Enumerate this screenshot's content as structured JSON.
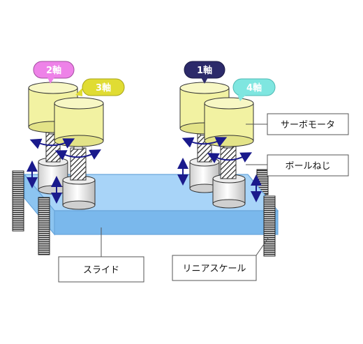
{
  "labels": {
    "axis2": "2軸",
    "axis3": "3軸",
    "axis1": "1軸",
    "axis4": "4軸",
    "servo_motor": "サーボモータ",
    "ball_screw": "ボールねじ",
    "slide": "スライド",
    "linear_scale": "リニアスケール"
  },
  "colors": {
    "axis2_badge": "#ee82e8",
    "axis3_badge": "#e0dc33",
    "axis1_badge": "#2c2a6a",
    "axis4_badge": "#7fe6e0",
    "motor_body": "#f2f2a2",
    "slide_top": "#a8d4f8",
    "slide_front": "#7ab8ec",
    "arrow": "#1a1a8c"
  },
  "icons": {
    "rotation": "rotation-arrow-icon",
    "vertical": "double-vertical-arrow-icon"
  }
}
